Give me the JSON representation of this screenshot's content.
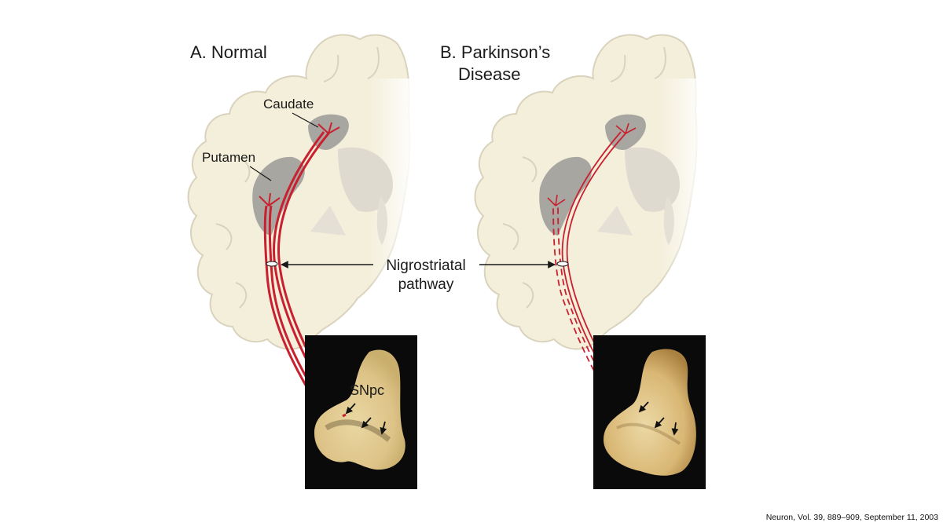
{
  "panels": {
    "normal": {
      "title": "A. Normal",
      "caudate_label": "Caudate",
      "putamen_label": "Putamen",
      "snpc_label": "SNpc"
    },
    "parkinsons": {
      "title_line1": "B. Parkinson’s",
      "title_line2": "Disease"
    }
  },
  "pathway": {
    "label_line1": "Nigrostriatal",
    "label_line2": "pathway"
  },
  "citation": "Neuron, Vol. 39, 889–909, September 11, 2003",
  "colors": {
    "brain_fill": "#f4efdb",
    "brain_outline": "#d9d3bd",
    "nucleus_fill": "#a8a6a1",
    "white_matter_fill": "#dedad0",
    "pathway_red": "#c8202e",
    "micrograph_bg": "#0a0a0a",
    "tissue_normal": "#e8d49a",
    "tissue_pd": "#dfc186"
  }
}
